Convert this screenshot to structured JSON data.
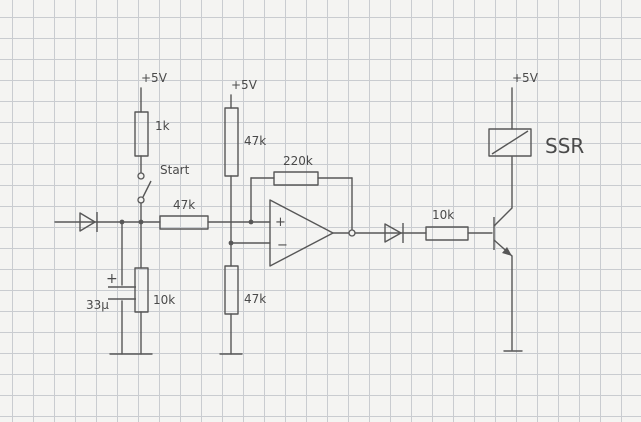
{
  "labels": {
    "vcc_a": "+5V",
    "vcc_b": "+5V",
    "vcc_c": "+5V",
    "r_pullup": "1k",
    "switch": "Start",
    "r_series": "47k",
    "r_div_top": "47k",
    "r_feedback": "220k",
    "r_div_bottom": "47k",
    "r_shunt": "10k",
    "cap": "33µ",
    "cap_plus": "+",
    "opamp_plus": "+",
    "opamp_minus": "−",
    "r_base": "10k",
    "relay": "SSR"
  }
}
